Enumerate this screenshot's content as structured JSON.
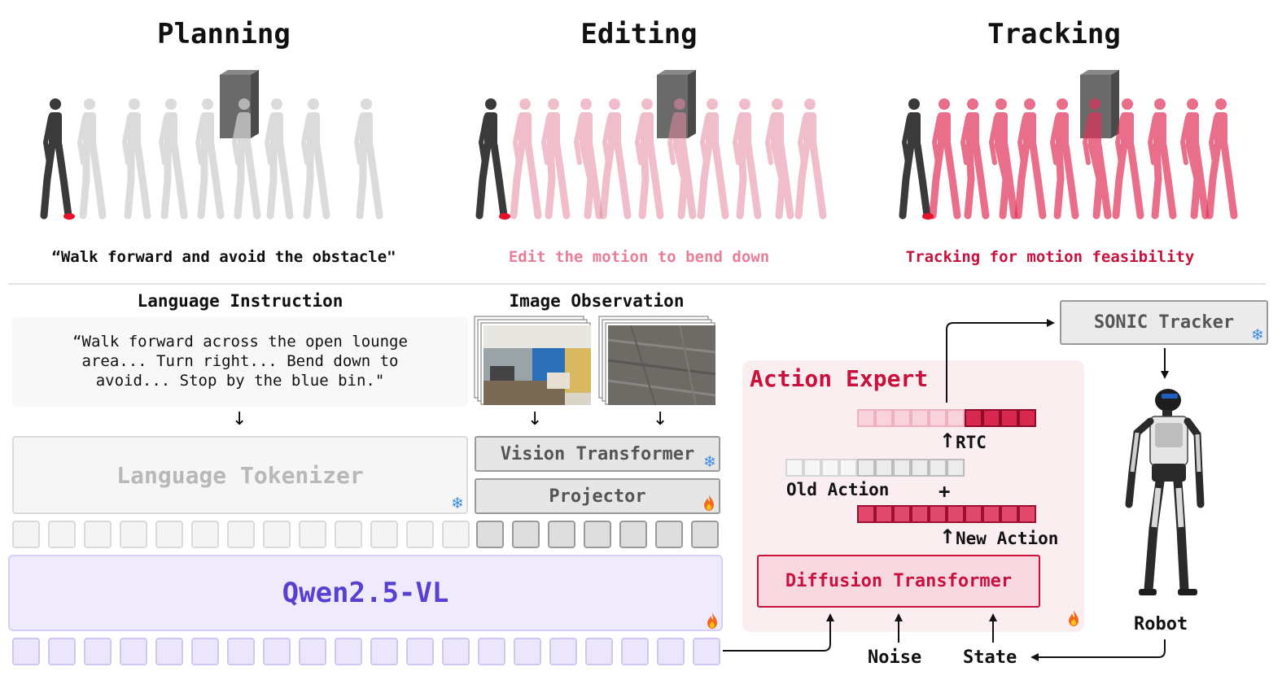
{
  "panels": [
    {
      "title": "Planning",
      "caption": "“Walk forward and avoid the obstacle\"",
      "caption_color": "#111111"
    },
    {
      "title": "Editing",
      "caption": "Edit the motion to bend down",
      "caption_color": "#e87f98"
    },
    {
      "title": "Tracking",
      "caption": "Tracking for motion feasibility",
      "caption_color": "#c8123d"
    }
  ],
  "language": {
    "header": "Language Instruction",
    "instruction_lines": [
      "“Walk forward across the open lounge",
      "area... Turn right... Bend down to",
      "avoid... Stop by the blue bin.\""
    ],
    "tokenizer": "Language Tokenizer"
  },
  "vision": {
    "header": "Image Observation",
    "vit": "Vision Transformer",
    "projector": "Projector"
  },
  "backbone": {
    "label": "Qwen2.5-VL"
  },
  "action": {
    "title": "Action Expert",
    "rtc": "RTC",
    "old_action": "Old Action",
    "plus": "+",
    "new_action": "New Action",
    "dit": "Diffusion Transformer",
    "noise": "Noise",
    "state": "State"
  },
  "tracker": {
    "label": "SONIC Tracker"
  },
  "robot": {
    "label": "Robot"
  },
  "colors": {
    "accent_red": "#c8123d",
    "pink": "#e87f98",
    "purple": "#5a40d0",
    "frozen_blue": "#3b8de0"
  },
  "icons": {
    "frozen": "snowflake-icon",
    "trainable": "flame-icon"
  }
}
